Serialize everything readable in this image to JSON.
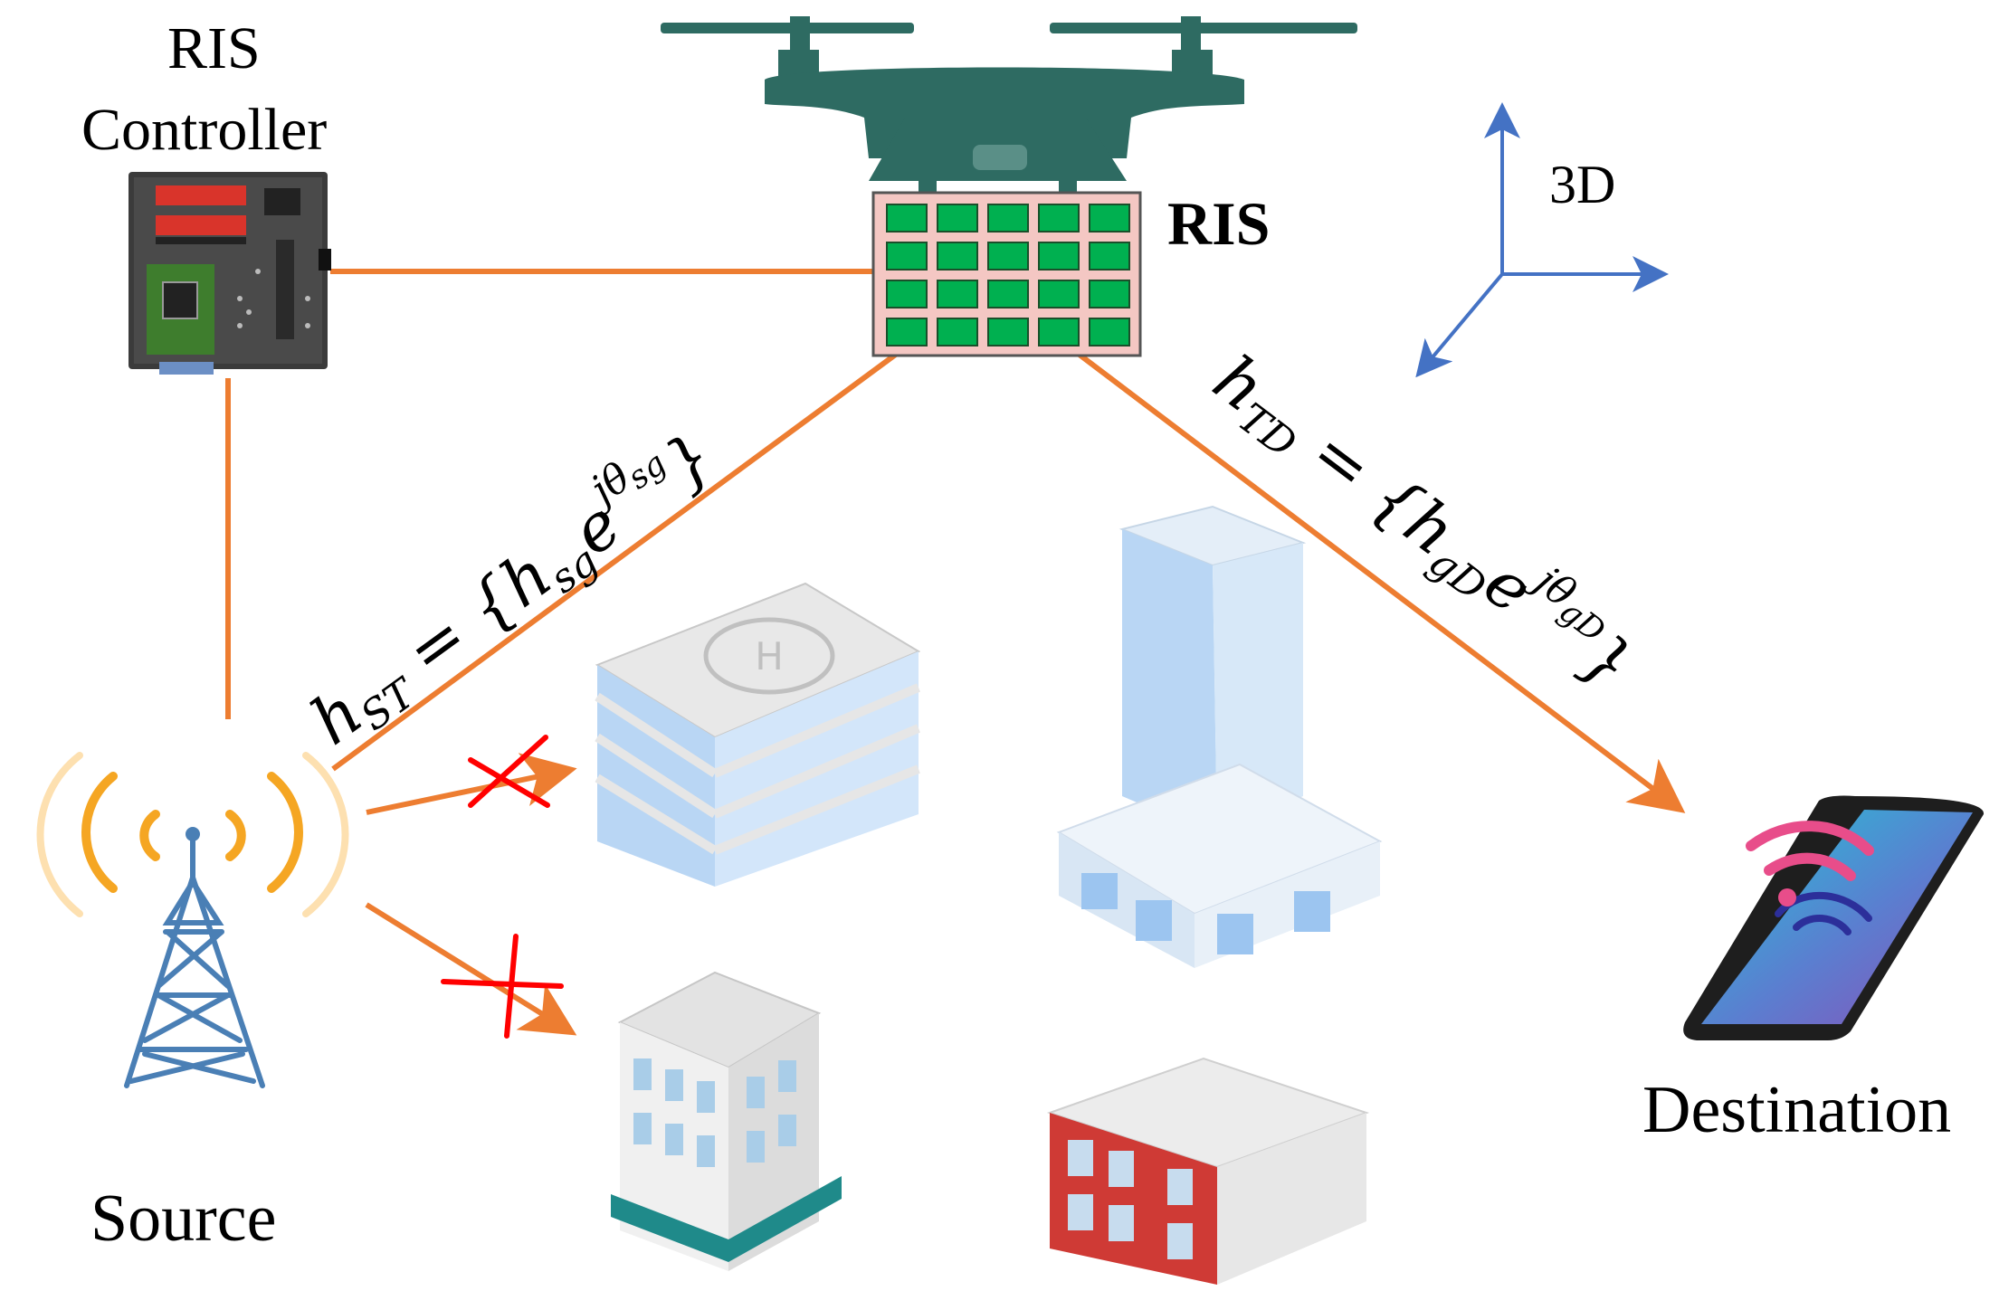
{
  "labels": {
    "ris_controller_line1": "RIS",
    "ris_controller_line2": "Controller",
    "ris": "RIS",
    "three_d": "3D",
    "source": "Source",
    "destination": "Destination"
  },
  "equations": {
    "source_to_ris": {
      "lhs": "h",
      "lhs_sub": "ST",
      "mid": " = {h",
      "mid_sub": "sg",
      "exp_base": "e",
      "exp": "jθ",
      "exp_sub": "sg",
      "close": "}"
    },
    "ris_to_destination": {
      "lhs": "h",
      "lhs_sub": "TD",
      "mid": " = {h",
      "mid_sub": "gD",
      "exp_base": "e",
      "exp": "jθ",
      "exp_sub": "gD",
      "close": "}"
    }
  },
  "colors": {
    "link": "#ed7d31",
    "blocked": "#ff0000",
    "axes": "#4472c4",
    "drone": "#2e6b62",
    "ris_panel": "#f4c7c3",
    "ris_element": "#00b050",
    "signal": "#f5a623",
    "tower": "#4a7fb5"
  },
  "icons": {
    "drone": "drone-icon",
    "ris_panel": "ris-panel-icon",
    "controller": "circuit-board-icon",
    "tower": "antenna-tower-icon",
    "phone": "smartphone-icon",
    "buildings": "building-icon"
  }
}
